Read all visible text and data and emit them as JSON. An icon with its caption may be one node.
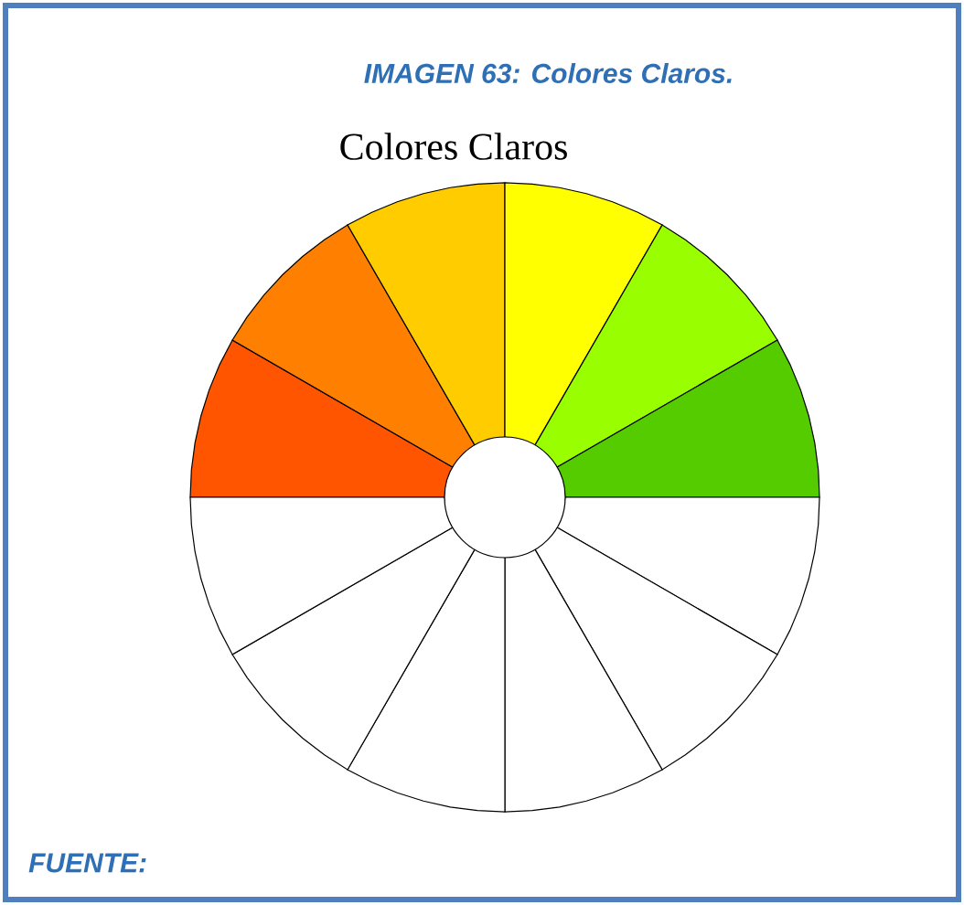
{
  "diagram": {
    "title": "IMAGEN 63: Colores Claros.",
    "caption": "FUENTE:",
    "labels": [
      "Colores Claros"
    ]
  }
}
